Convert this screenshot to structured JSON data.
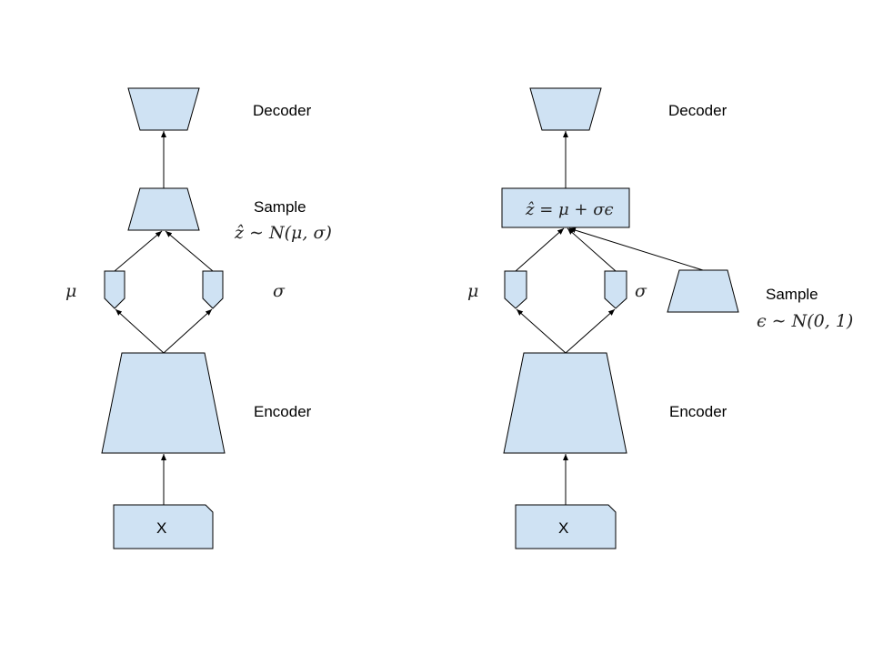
{
  "left": {
    "decoder_label": "Decoder",
    "sample_label": "Sample",
    "sample_formula": "ẑ ∼ N(μ, σ)",
    "mu_label": "μ",
    "sigma_label": "σ",
    "encoder_label": "Encoder",
    "input_label": "X"
  },
  "right": {
    "decoder_label": "Decoder",
    "reparam_formula": "ẑ = μ + σϵ",
    "mu_label": "μ",
    "sigma_label": "σ",
    "sample_label": "Sample",
    "sample_formula": "ϵ ∼ N(0, 1)",
    "encoder_label": "Encoder",
    "input_label": "X"
  },
  "colors": {
    "shape_fill": "#cfe2f3",
    "stroke": "#000000"
  }
}
